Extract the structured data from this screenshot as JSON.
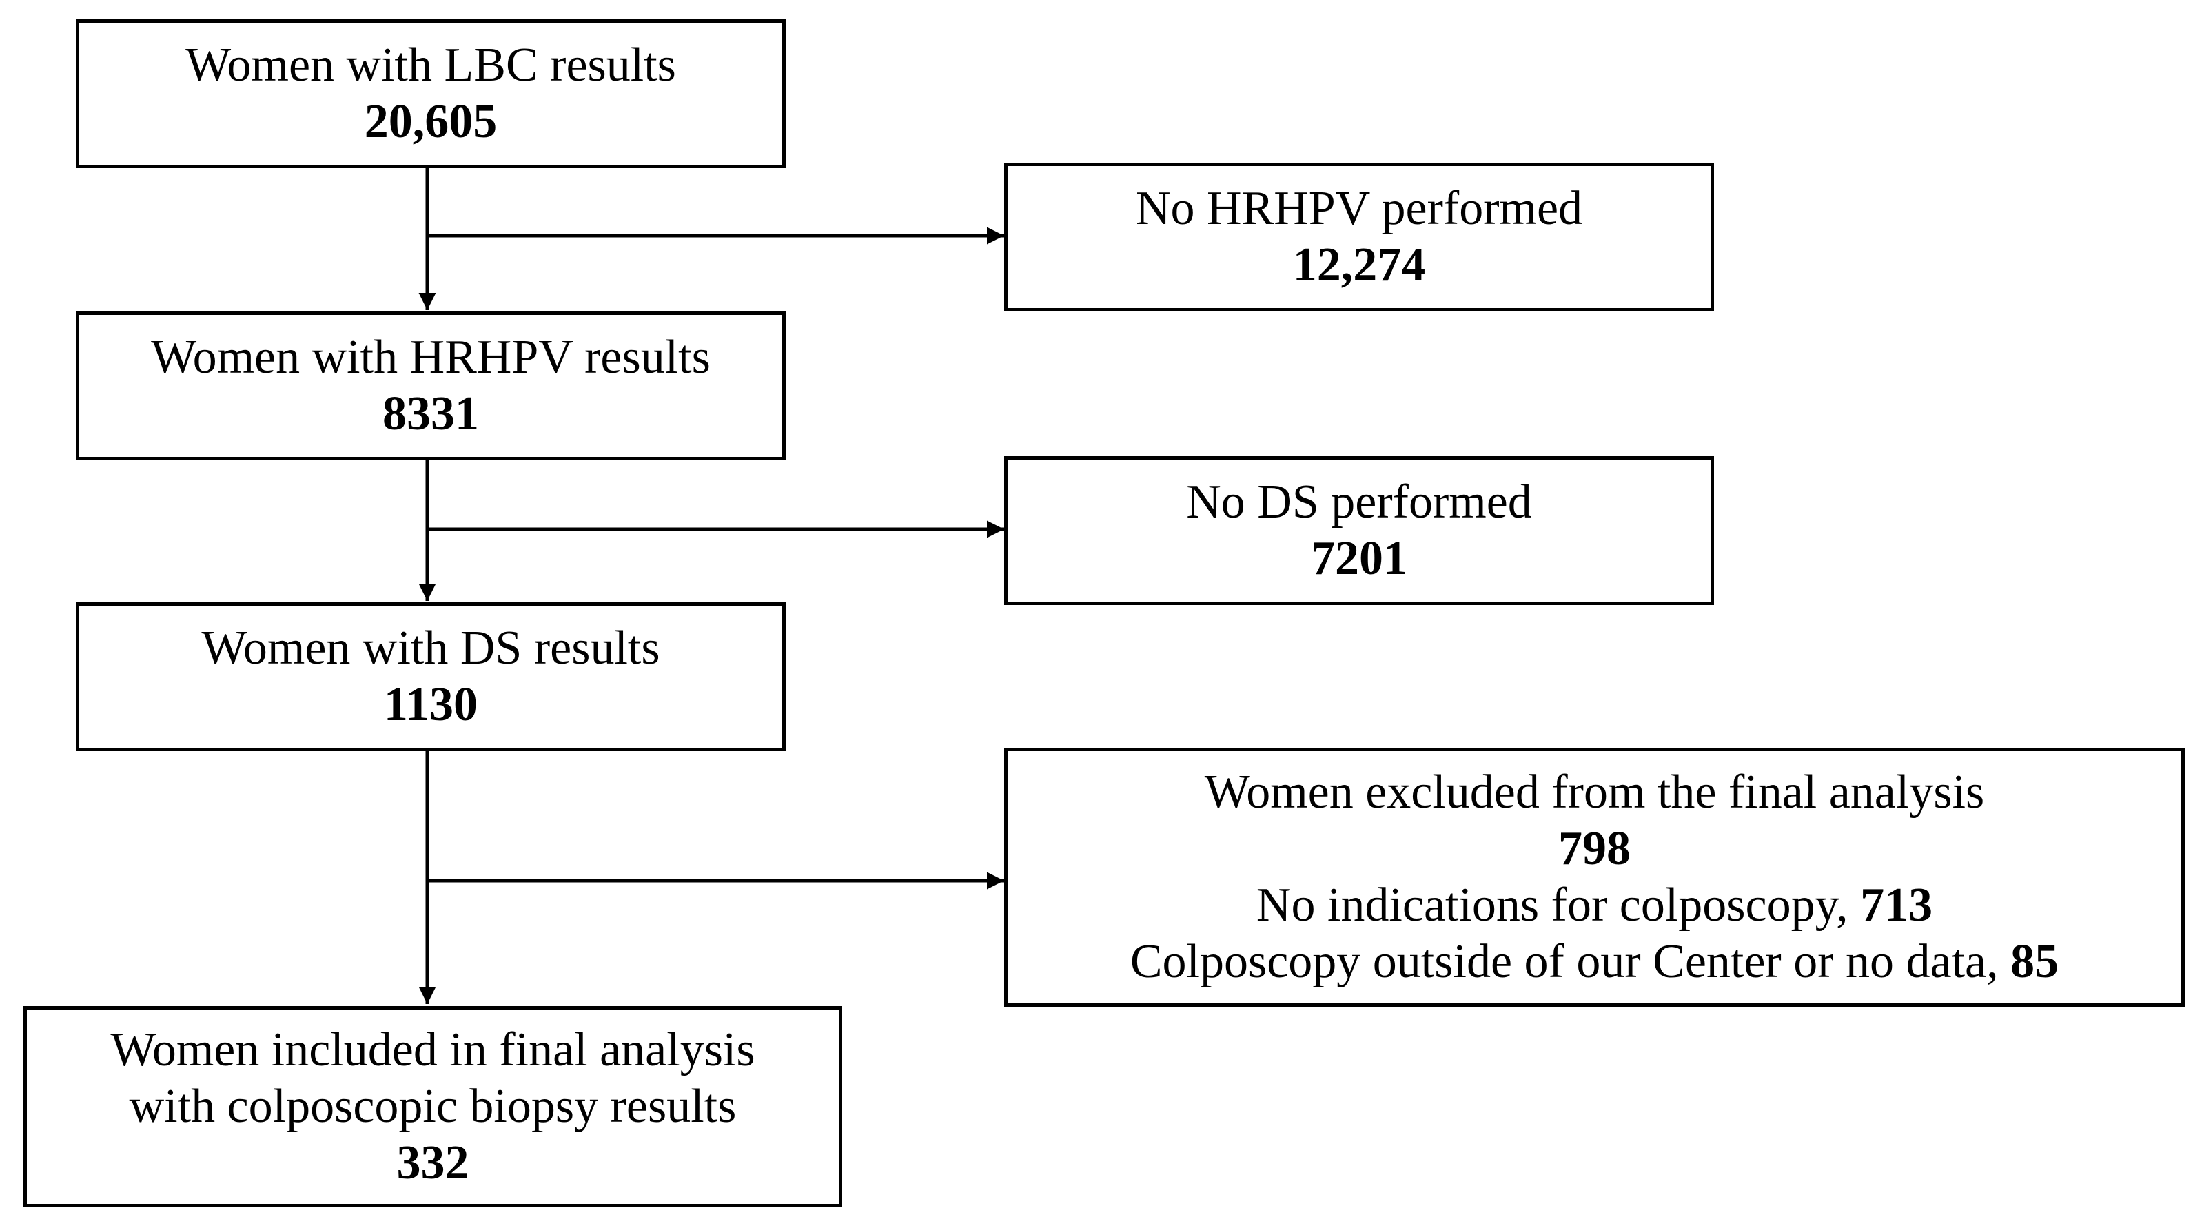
{
  "boxes": {
    "lbc": {
      "label": "Women with LBC results",
      "count": "20,605"
    },
    "no_hrhpv": {
      "label": "No HRHPV performed",
      "count": "12,274"
    },
    "hrhpv": {
      "label": "Women with HRHPV results",
      "count": "8331"
    },
    "no_ds": {
      "label": "No DS performed",
      "count": "7201"
    },
    "ds": {
      "label": "Women with DS results",
      "count": "1130"
    },
    "excluded": {
      "label": "Women excluded from the final analysis",
      "count": "798",
      "reason1_label": "No indications for colposcopy, ",
      "reason1_count": "713",
      "reason2_label": "Colposcopy outside of our Center or no data, ",
      "reason2_count": "85"
    },
    "included": {
      "label_line1": "Women included in final analysis",
      "label_line2": "with colposcopic biopsy results",
      "count": "332"
    }
  }
}
